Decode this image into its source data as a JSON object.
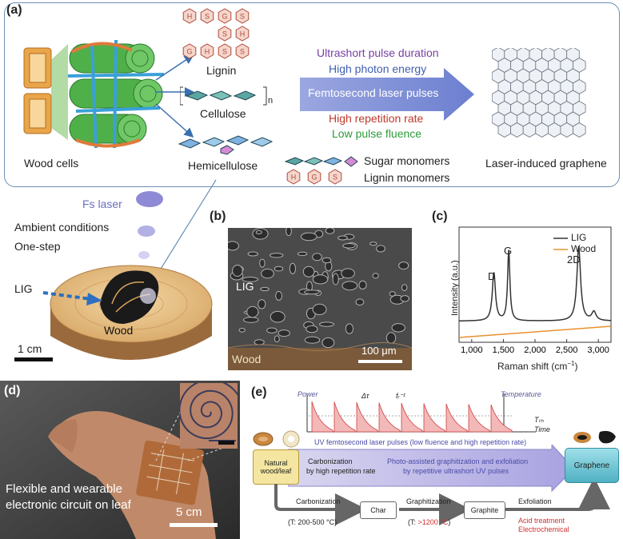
{
  "panel_a": {
    "letter": "(a)",
    "wood_cells": "Wood cells",
    "lignin": "Lignin",
    "cellulose": "Cellulose",
    "cellulose_sub": "n",
    "hemicellulose": "Hemicellulose",
    "lignin_units": [
      "H",
      "S",
      "G",
      "S",
      "S",
      "H",
      "G",
      "H",
      "S",
      "S"
    ],
    "arrow_text": "Femtosecond laser pulses",
    "params": {
      "ultrashort": "Ultrashort pulse duration",
      "high_photon": "High photon energy",
      "high_rep": "High repetition rate",
      "low_fluence": "Low pulse fluence"
    },
    "legend_sugar": "Sugar monomers",
    "legend_lignin": "Lignin monomers",
    "legend_units": [
      "H",
      "G",
      "S"
    ],
    "lig_title": "Laser-induced graphene",
    "colors": {
      "purple": "#7a3fa3",
      "blue": "#3f5fb0",
      "red": "#c0392b",
      "green": "#2e9a3a"
    }
  },
  "wood_panel": {
    "fs_laser": "Fs laser",
    "ambient": "Ambient conditions",
    "one_step": "One-step",
    "lig": "LIG",
    "wood": "Wood",
    "scale": "1 cm"
  },
  "panel_b": {
    "letter": "(b)",
    "lig": "LIG",
    "wood": "Wood",
    "scale": "100 μm"
  },
  "panel_c": {
    "letter": "(c)",
    "peak_d": "D",
    "peak_g": "G",
    "peak_2d": "2D",
    "legend_lig": "LIG",
    "legend_wood": "Wood",
    "ylabel": "Intensity (a.u.)",
    "xlabel": "Raman shift (cm",
    "xlabel_sup": "−1",
    "xlabel_end": ")",
    "xticks": [
      "1,000",
      "1,500",
      "2,000",
      "2,500",
      "3,000"
    ]
  },
  "panel_d": {
    "letter": "(d)",
    "caption_1": "Flexible and wearable",
    "caption_2": "electronic circuit on leaf",
    "scale": "5 cm"
  },
  "panel_e": {
    "letter": "(e)",
    "power": "Power",
    "delta_tau": "Δτ",
    "fr": "fᵣ⁻¹",
    "temperature": "Temperature",
    "tth": "Tₜₕ",
    "time": "Time",
    "uv_caption": "UV femtosecond laser pulses (low fluence and high repetition rate)",
    "natural": "Natural wood/leaf",
    "carbonization_1": "Carbonization",
    "carbonization_2": "by high repetition rate",
    "photo_1": "Photo-assisted graphitization and exfoliation",
    "photo_2": "by repetitive ultrashort UV pulses",
    "graphene": "Graphene",
    "carb": "Carbonization",
    "carb_t": "(T: 200-500 °C)",
    "char": "Char",
    "graphitization": "Graphitization",
    "graph_t_prefix": "(T: ",
    "graph_t_val": ">1200 °C",
    "graph_t_suffix": ")",
    "graphite": "Graphite",
    "exfoliation": "Exfoliation",
    "acid": "Acid treatment",
    "electro": "Electrochemical"
  }
}
